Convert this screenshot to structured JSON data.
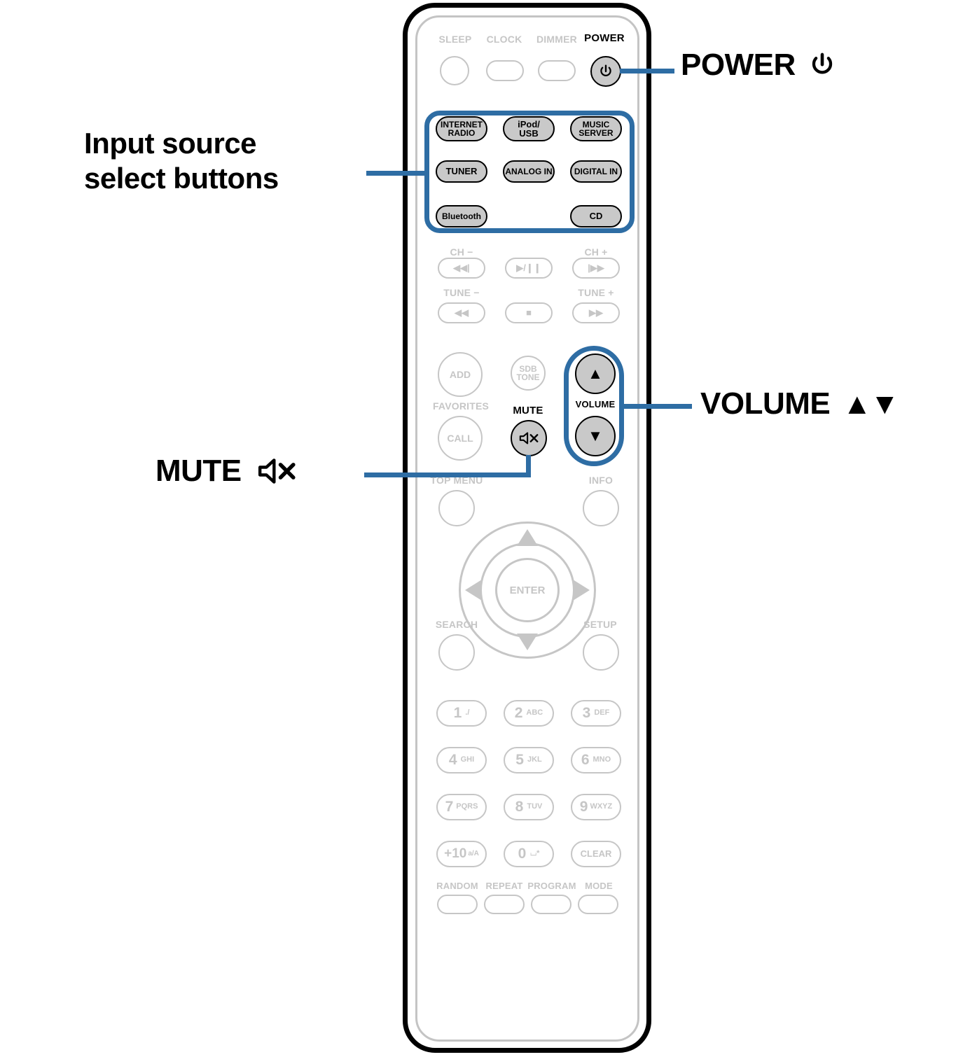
{
  "device": {
    "type": "remote-control",
    "accent_color": "#2e6da4",
    "button_fill": "#c9c9c9",
    "inactive_color": "#c6c6c6"
  },
  "callouts": [
    {
      "id": "power",
      "text": "POWER",
      "icon": "power-symbol-icon",
      "glyph": "⏻"
    },
    {
      "id": "input",
      "line1": "Input source",
      "line2": "select buttons"
    },
    {
      "id": "volume",
      "text": "VOLUME",
      "icon": "up-down-triangle-icon",
      "glyph": "▲▼"
    },
    {
      "id": "mute",
      "text": "MUTE",
      "icon": "speaker-mute-icon"
    }
  ],
  "top_row": {
    "sleep": "SLEEP",
    "clock": "CLOCK",
    "dimmer": "DIMMER",
    "power": "POWER"
  },
  "input_sources": [
    {
      "label1": "INTERNET",
      "label2": "RADIO"
    },
    {
      "label1": "iPod/",
      "label2": "USB"
    },
    {
      "label1": "MUSIC",
      "label2": "SERVER"
    },
    {
      "label1": "TUNER",
      "label2": ""
    },
    {
      "label1": "ANALOG IN",
      "label2": ""
    },
    {
      "label1": "DIGITAL IN",
      "label2": ""
    },
    {
      "label1": "Bluetooth",
      "label2": ""
    },
    {
      "label1": "CD",
      "label2": ""
    }
  ],
  "transport": {
    "ch_minus": "CH −",
    "ch_plus": "CH +",
    "tune_minus": "TUNE −",
    "tune_plus": "TUNE +",
    "prev": "◀◀|",
    "play_pause": "▶/❙❙",
    "next": "|▶▶",
    "rewind": "◀◀",
    "stop": "■",
    "forward": "▶▶"
  },
  "mid_controls": {
    "add": "ADD",
    "favorites": "FAVORITES",
    "call": "CALL",
    "sdb_tone1": "SDB",
    "sdb_tone2": "TONE",
    "mute": "MUTE",
    "volume": "VOLUME",
    "volume_up": "▲",
    "volume_down": "▼"
  },
  "nav": {
    "top_menu": "TOP MENU",
    "info": "INFO",
    "search": "SEARCH",
    "setup": "SETUP",
    "enter": "ENTER"
  },
  "keypad": [
    {
      "num": "1",
      "sub": "./"
    },
    {
      "num": "2",
      "sub": "ABC"
    },
    {
      "num": "3",
      "sub": "DEF"
    },
    {
      "num": "4",
      "sub": "GHI"
    },
    {
      "num": "5",
      "sub": "JKL"
    },
    {
      "num": "6",
      "sub": "MNO"
    },
    {
      "num": "7",
      "sub": "PQRS"
    },
    {
      "num": "8",
      "sub": "TUV"
    },
    {
      "num": "9",
      "sub": "WXYZ"
    },
    {
      "num": "+10",
      "sub": "a/A"
    },
    {
      "num": "0",
      "sub": "⌴*"
    },
    {
      "num": "",
      "sub": "CLEAR"
    }
  ],
  "bottom_row": [
    "RANDOM",
    "REPEAT",
    "PROGRAM",
    "MODE"
  ]
}
